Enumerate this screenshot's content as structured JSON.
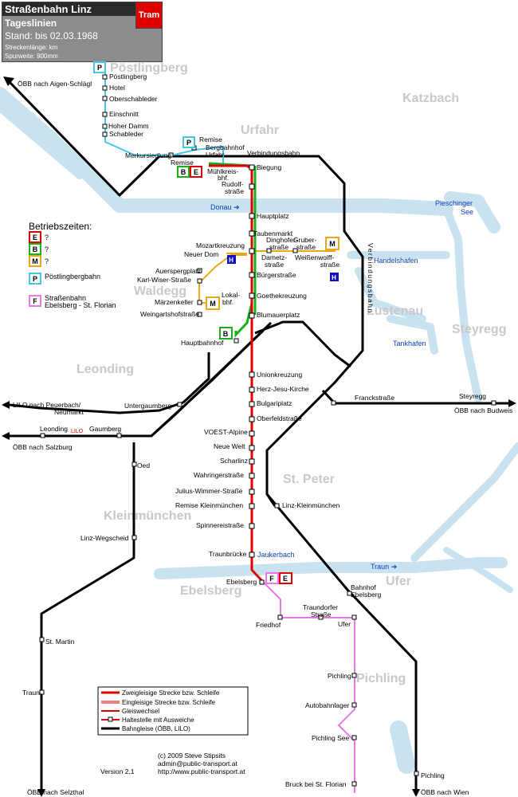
{
  "header": {
    "title": "Straßenbahn Linz",
    "subtitle": "Tageslinien",
    "stand": "Stand: bis 02.03.1968",
    "length_note": "Streckenlänge: km",
    "gauge_note": "Spurweite: 900mm",
    "badge": "Tram"
  },
  "colors": {
    "red": "#e00000",
    "green": "#19b019",
    "orange": "#e8a818",
    "cyan": "#40c8e8",
    "pink": "#e878e8",
    "blue": "#1010c0",
    "water": "#c8e2f0",
    "district": "#d0d0d0"
  },
  "districts": [
    "Pöstlingberg",
    "Katzbach",
    "Urfahr",
    "Waldegg",
    "Lustenau",
    "Steyregg",
    "Leonding",
    "St. Peter",
    "Kleinmünchen",
    "Ebelsberg",
    "Ufer",
    "Pichling"
  ],
  "water_labels": [
    "Donau",
    "Pleschinger See",
    "Handelshafen",
    "Tankhafen",
    "Jaukerbach",
    "Traun"
  ],
  "rail_labels": {
    "aigen": "ÖBB nach Aigen-Schlägl",
    "verbindungsbahn": "Verbindungsbahn",
    "verbindungsbahn_vertical": "Verbindungsbahn",
    "lilo": "LILO nach Peuerbach/",
    "lilo2": "Neumarkt",
    "salzburg": "ÖBB nach Salzburg",
    "budweis": "ÖBB nach Budweis",
    "selzthal": "ÖBB nach Selzthal",
    "wien": "ÖBB nach Wien",
    "lilo_mark": "LILO"
  },
  "stations": {
    "poestlingberg": "Pöstlingberg",
    "hotel": "Hotel",
    "oberschableder": "Oberschableder",
    "einschnitt": "Einschnitt",
    "hoher_damm": "Hoher Damm",
    "schableder": "Schableder",
    "merkursiedlung": "Merkursiedlung",
    "remise_bergbahnhof": "Remise",
    "bergbahnhof": "Bergbahnhof",
    "urfahr": "Urfahr",
    "remise": "Remise",
    "muehlkreis": "Mühlkreis-",
    "bhf": "bhf.",
    "rudolf": "Rudolf-",
    "strasse": "straße",
    "biegung": "Biegung",
    "hauptplatz": "Hauptplatz",
    "taubenmarkt": "Taubenmarkt",
    "dinghofer": "Dinghofer-",
    "gruber": "Gruber-",
    "mozartkreuzung": "Mozartkreuzung",
    "neuer_dom": "Neuer Dom",
    "dametz": "Dametz-",
    "weissenwolff": "Weißenwolff-",
    "auerspergplatz": "Auerspergplatz",
    "karl_wiser": "Karl-Wiser-Straße",
    "buergerstrasse": "Bürgerstraße",
    "goethekreuzung": "Goethekreuzung",
    "maerzenkeller": "Märzenkeller",
    "lokal": "Lokal-",
    "weingartshof": "Weingartshofstraße",
    "blumauerplatz": "Blumauerplatz",
    "hauptbahnhof": "Hauptbahnhof",
    "unionkreuzung": "Unionkreuzung",
    "herz_jesu": "Herz-Jesu-Kirche",
    "bulgariplatz": "Bulgariplatz",
    "oberfeld": "Oberfeldstraße",
    "voest": "VOEST-Alpine",
    "neue_welt": "Neue Welt",
    "scharlinz": "Scharlinz",
    "wahringer": "Wahringerstraße",
    "julius": "Julius-Wimmer-Straße",
    "remise_klm": "Remise Kleinmünchen",
    "linz_klm": "Linz-Kleinmünchen",
    "spinnerei": "Spinnereistraße",
    "traunbruecke": "Traunbrücke",
    "ebelsberg": "Ebelsberg",
    "bahnhof": "Bahnhof",
    "bf_ebelsberg": "Ebelsberg",
    "friedhof": "Friedhof",
    "traundorfer": "Traundorfer",
    "traund_str": "Straße",
    "ufer": "Ufer",
    "untergaumberg": "Untergaumberg",
    "gaumberg": "Gaumberg",
    "leonding": "Leonding",
    "oed": "Oed",
    "linz_wegscheid": "Linz-Wegscheid",
    "st_martin": "St. Martin",
    "traun": "Traun",
    "franckstrasse": "Franckstraße",
    "steyregg": "Steyregg",
    "pichling": "Pichling",
    "autobahnlager": "Autobahnlager",
    "pichling_see": "Pichling See",
    "bruck": "Bruck bei St. Florian",
    "pichling_bf": "Pichling"
  },
  "line_boxes": {
    "P": "P",
    "B": "B",
    "E": "E",
    "M": "M",
    "F": "F",
    "H": "H"
  },
  "operating": {
    "title": "Betriebszeiten:",
    "items": [
      {
        "letter": "E",
        "text": "?"
      },
      {
        "letter": "B",
        "text": "?"
      },
      {
        "letter": "M",
        "text": "?"
      },
      {
        "letter": "P",
        "text": "Pöstlingbergbahn"
      },
      {
        "letter": "F",
        "text": "Straßenbahn",
        "text2": "Ebelsberg - St. Florian"
      }
    ]
  },
  "legend": {
    "items": [
      "Zweigleisige Strecke bzw. Schleife",
      "Eingleisige Strecke bzw. Schleife",
      "Gleiswechsel",
      "Haltestelle mit Ausweiche",
      "Bahngleise (ÖBB, LILO)"
    ]
  },
  "credits": {
    "copyright": "(c) 2009 Steve Stipsits",
    "email": "admin@public-transport.at",
    "url": "http://www.public-transport.at",
    "version": "Version 2.1"
  }
}
